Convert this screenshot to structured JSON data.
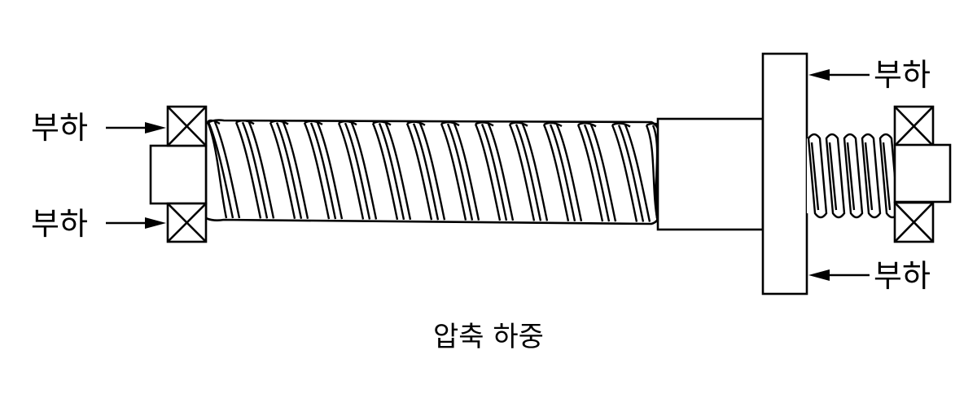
{
  "diagram": {
    "type": "ball-screw-assembly",
    "caption": "압축 하중",
    "line_color": "#000000",
    "fill_color": "#ffffff",
    "loads": [
      {
        "id": "left-top",
        "label": "부하",
        "direction": "right",
        "target": "left-bearing-top"
      },
      {
        "id": "left-bottom",
        "label": "부하",
        "direction": "right",
        "target": "left-bearing-bottom"
      },
      {
        "id": "right-top",
        "label": "부하",
        "direction": "left",
        "target": "nut-flange-top"
      },
      {
        "id": "right-bottom",
        "label": "부하",
        "direction": "left",
        "target": "nut-flange-bottom"
      }
    ],
    "components": [
      {
        "id": "left-bearing",
        "name": "Bearing (left support)"
      },
      {
        "id": "main-screw",
        "name": "Screw shaft (compressed section)"
      },
      {
        "id": "nut",
        "name": "Ball nut"
      },
      {
        "id": "flange",
        "name": "Nut flange"
      },
      {
        "id": "small-screw",
        "name": "Screw shaft (right section)"
      },
      {
        "id": "right-bearing",
        "name": "Bearing (right support)"
      }
    ]
  }
}
